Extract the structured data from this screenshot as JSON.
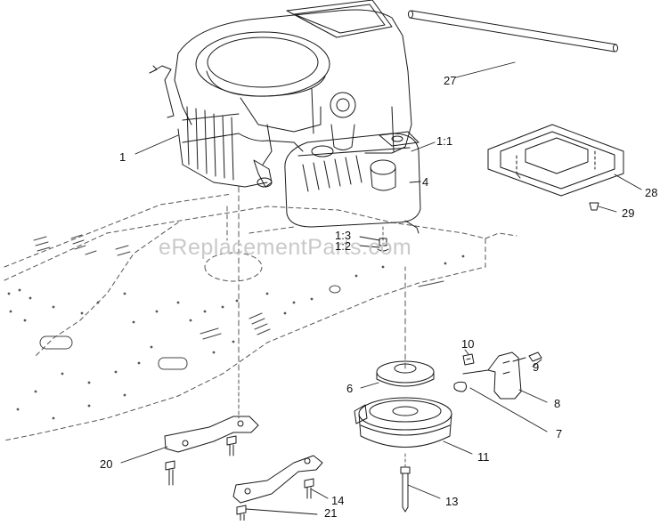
{
  "watermark": "eReplacementParts.com",
  "callouts": {
    "c1": "1",
    "c1_1": "1:1",
    "c1_2": "1:2",
    "c1_3": "1:3",
    "c4": "4",
    "c6": "6",
    "c7": "7",
    "c8": "8",
    "c9": "9",
    "c10": "10",
    "c11": "11",
    "c13": "13",
    "c14": "14",
    "c20": "20",
    "c21": "21",
    "c27": "27",
    "c28": "28",
    "c29": "29"
  }
}
